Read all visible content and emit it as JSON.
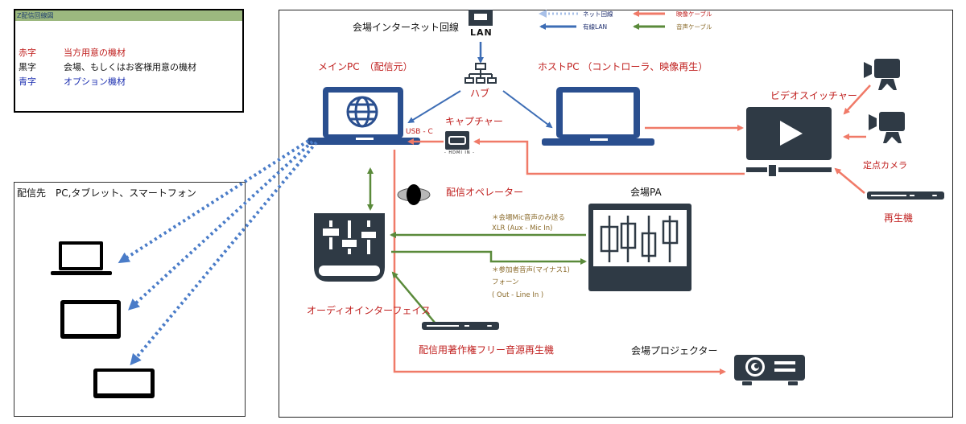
{
  "legend": {
    "title": "Z配信回線図",
    "rows": [
      {
        "key": "赤字",
        "value": "当方用意の機材",
        "color": "red"
      },
      {
        "key": "黒字",
        "value": "会場、もしくはお客様用意の機材",
        "color": "black"
      },
      {
        "key": "青字",
        "value": "オプション機材",
        "color": "blue"
      }
    ]
  },
  "line_legend": {
    "net": "ネット回線",
    "lan": "有線LAN",
    "video": "映像ケーブル",
    "audio": "音声ケーブル"
  },
  "destination": {
    "title": "配信先　PC,タブレット、スマートフォン",
    "devices": [
      "laptop",
      "tablet",
      "smartphone"
    ]
  },
  "nodes": {
    "venue_internet": "会場インターネット回線",
    "lan": "LAN",
    "hub": "ハブ",
    "main_pc": "メインPC　（配信元）",
    "usb_c": "USB - C",
    "host_pc": "ホストPC （コントローラ、映像再生）",
    "capture": "キャプチャー",
    "hdmi_in": "- HDMI IN -",
    "video_switcher": "ビデオスイッチャー",
    "fixed_camera": "定点カメラ",
    "player": "再生機",
    "operator": "配信オペレーター",
    "venue_pa": "会場PA",
    "audio_interface": "オーディオインターフェイス",
    "music_player": "配信用著作権フリー音源再生機",
    "projector": "会場プロジェクター"
  },
  "notes": {
    "xlr_note": "＊会場Mic音声のみ送る",
    "xlr_conn": "XLR (Aux - Mic In)",
    "phone_note": "＊参加者音声(マイナス1)",
    "phone_type": "フォーン",
    "phone_conn": "( Out - Line In )"
  },
  "colors": {
    "video": "#f07a68",
    "audio": "#5a8a3a",
    "lan": "#3d6db5",
    "net": "#a8c0e8",
    "device_dark": "#2f3a45",
    "pc_blue": "#2a4f8f",
    "red_text": "#c0201f"
  }
}
